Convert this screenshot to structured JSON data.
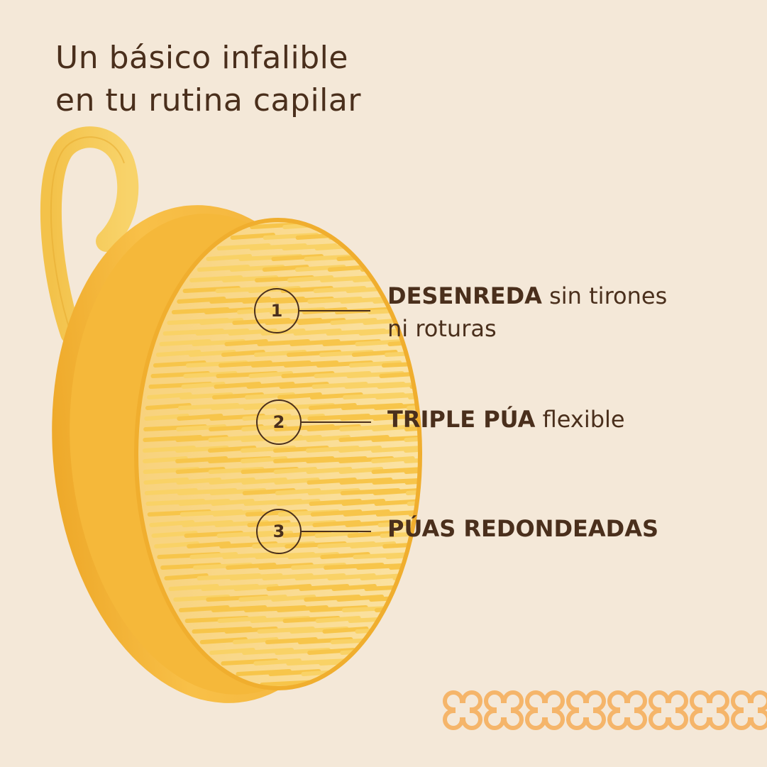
{
  "headline": {
    "line1": "Un básico infalible",
    "line2": "en tu rutina capilar"
  },
  "features": [
    {
      "number": "1",
      "bold": "DESENREDA",
      "regular": " sin tirones",
      "line2": "ni roturas"
    },
    {
      "number": "2",
      "bold": "TRIPLE PÚA",
      "regular": " flexible"
    },
    {
      "number": "3",
      "bold": "PÚAS REDONDEADAS",
      "regular": ""
    }
  ],
  "colors": {
    "background": "#f4e8d8",
    "text": "#4a2f1c",
    "brush_body": "#f5b83a",
    "bristles": "#f7c94e",
    "pattern": "#f5b56a"
  },
  "icons": {
    "product": "hair-brush-image",
    "decoration": "quatrefoil-pattern"
  }
}
